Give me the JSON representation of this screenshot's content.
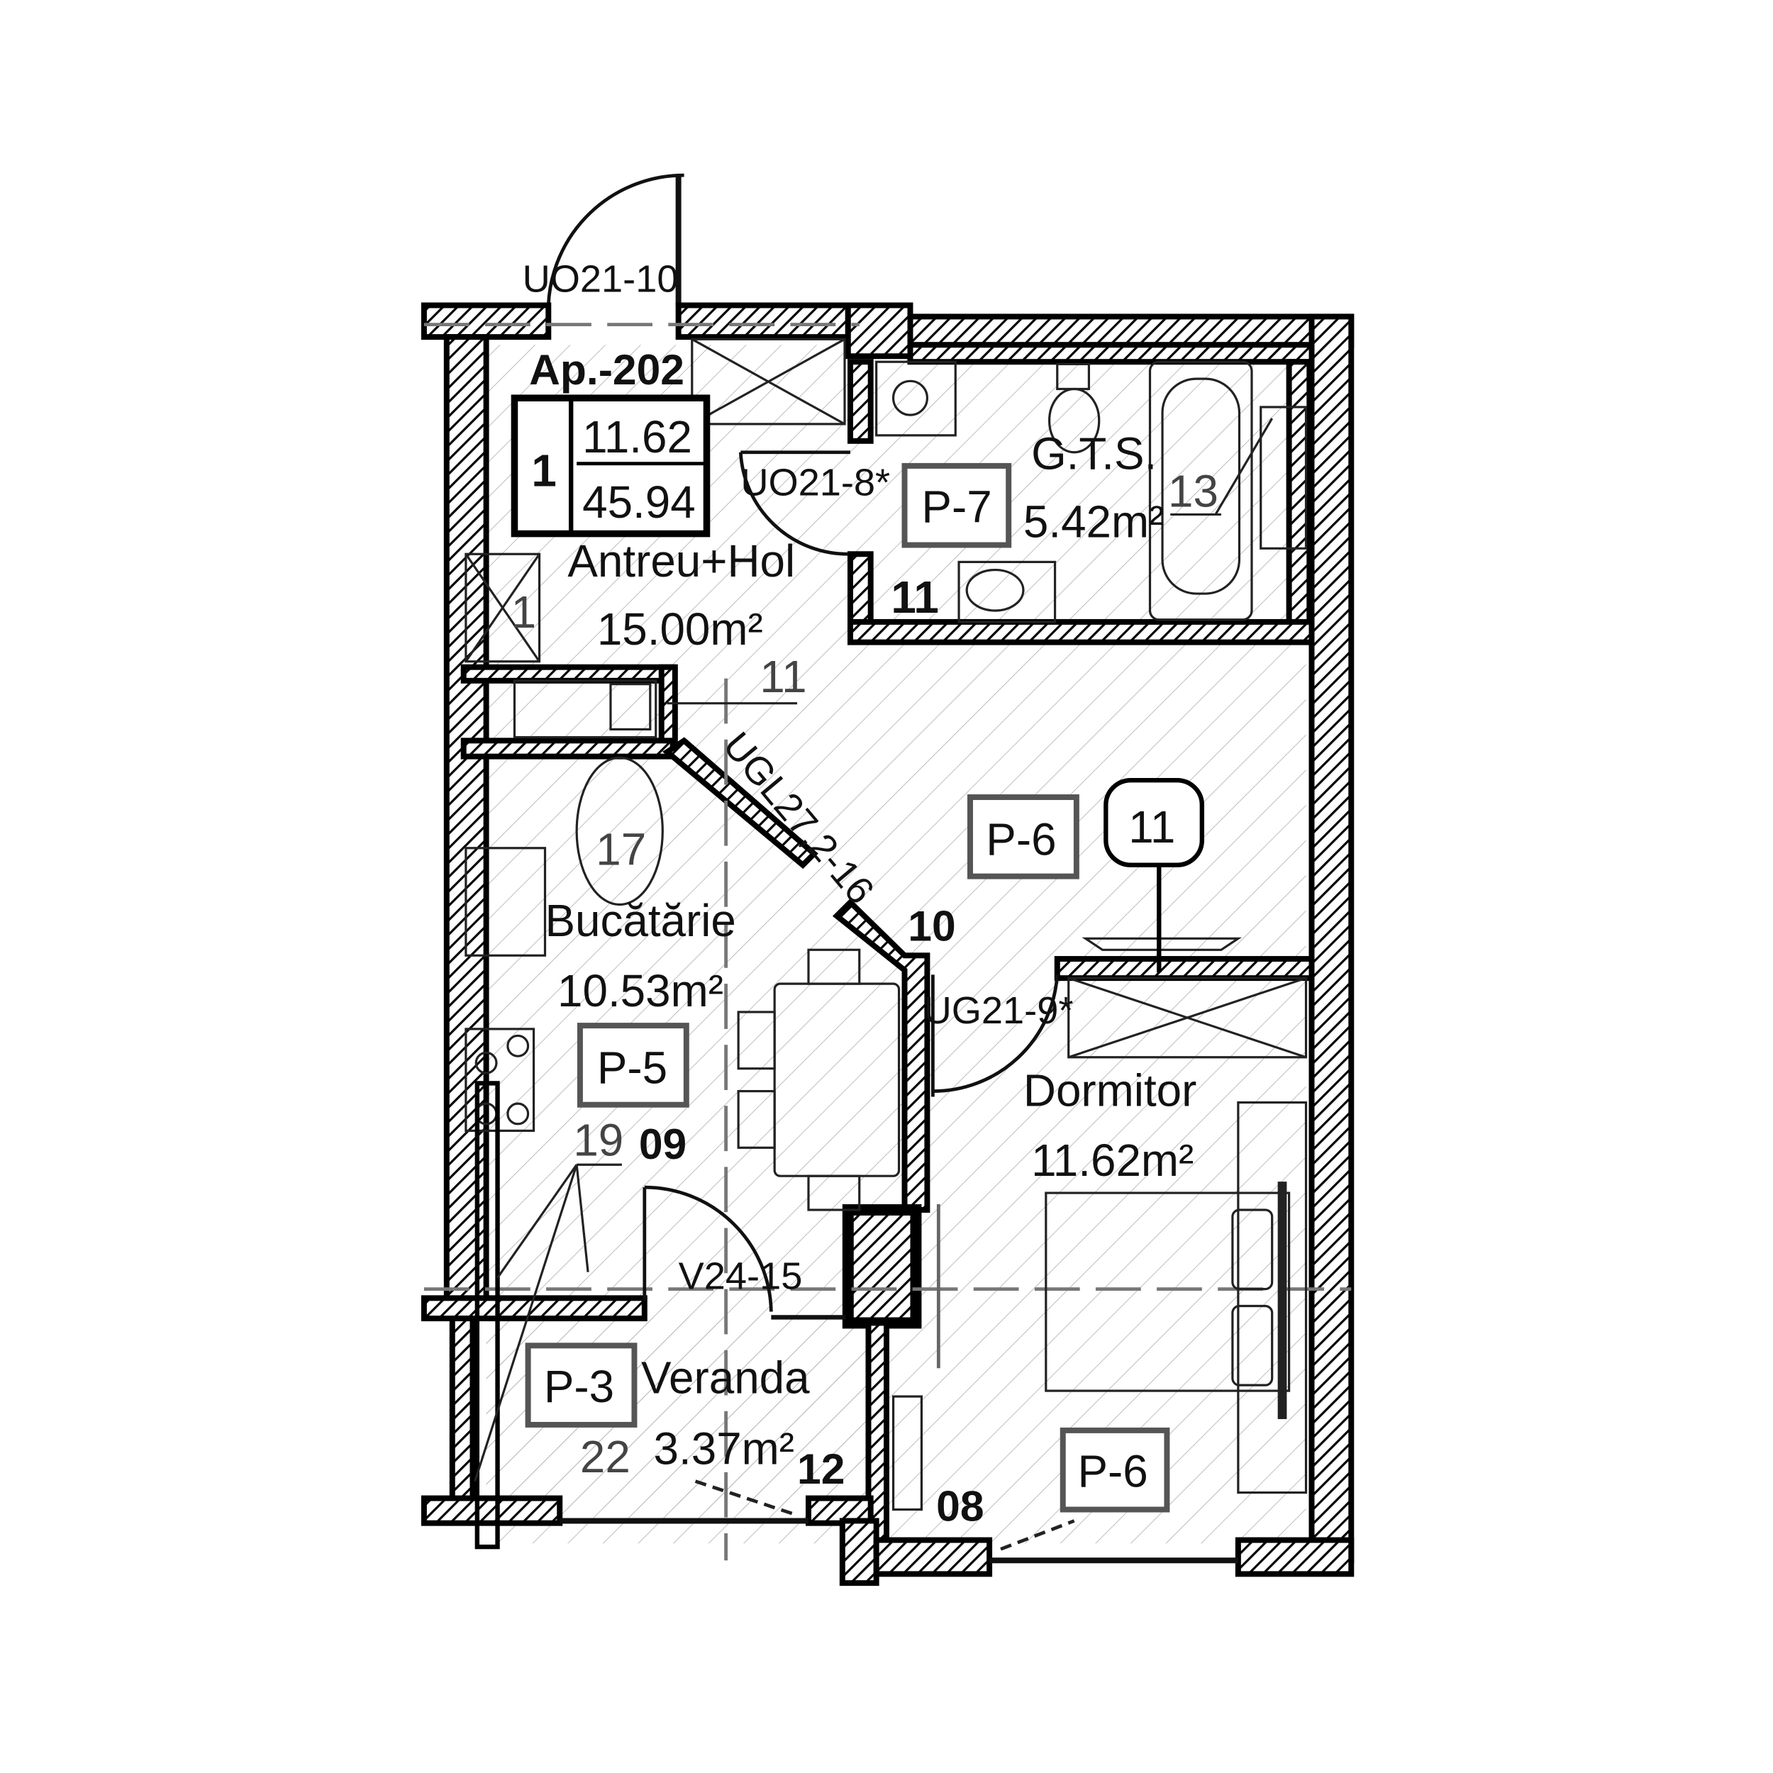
{
  "apartment": {
    "label": "Ap.-202",
    "rooms_count": "1",
    "area_useful": "11.62",
    "area_total": "45.94"
  },
  "doors": {
    "entry": "UO21-10",
    "bath": "UO21-8*",
    "bedroom": "UG21-9*",
    "veranda": "V24-15",
    "diag_wall": "UGL27,2-16"
  },
  "rooms": {
    "hall": {
      "name": "Antreu+Hol",
      "area": "15.00m²"
    },
    "bath": {
      "name": "G.T.S.",
      "area": "5.42m²",
      "tag": "P-7"
    },
    "kitchen": {
      "name": "Bucătărie",
      "area": "10.53m²",
      "tag": "P-5"
    },
    "bedroom": {
      "name": "Dormitor",
      "area": "11.62m²",
      "tag": "P-6"
    },
    "living": {
      "tag": "P-6"
    },
    "veranda": {
      "name": "Veranda",
      "area": "3.37m²",
      "tag": "P-3"
    }
  },
  "marks": {
    "m13": "13",
    "m11_bath": "11",
    "m1_hall": "1",
    "m11_gray": "11",
    "m11_circle": "11",
    "m17": "17",
    "m10": "10",
    "m19": "19",
    "m09": "09",
    "m22": "22",
    "m12": "12",
    "m08": "08"
  }
}
